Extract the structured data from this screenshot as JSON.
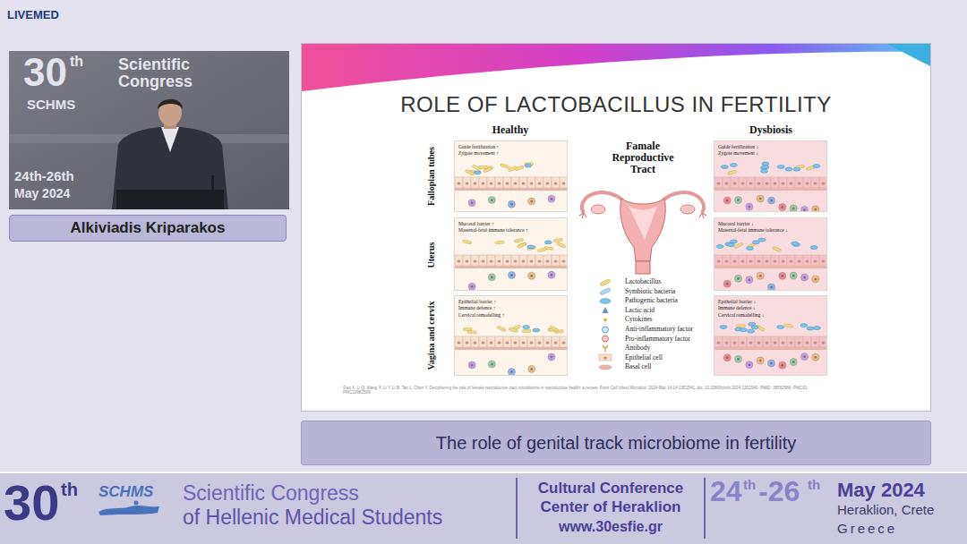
{
  "diagram": {
    "title": "ROLE OF LACTOBACILLUS IN FERTILITY",
    "caption": "The role of genital track microbiome in fertility",
    "nodes": [
      {
        "text": [
          "Alkiviadis Kriparakos"
        ]
      },
      {
        "text": [
          "Guide fertilization ↑",
          "Zygote movement ↑"
        ]
      },
      {
        "text": [
          "Guide fertilization ↓",
          "Zygote movement ↓"
        ]
      },
      {
        "text": [
          "Mucosal barrier ↑",
          "Maternal-fetal immune tolerance ↑"
        ]
      },
      {
        "text": [
          "Mucosal barrier ↓",
          "Maternal-fetal immune tolerance ↓"
        ]
      },
      {
        "text": [
          "Epithelial barrier ↑",
          "Immune defence ↑",
          "Cervical remodelling ↑"
        ]
      },
      {
        "text": [
          "Epithelial barrier ↓",
          "Immune defence ↓",
          "Cervical remodelling ↓"
        ]
      }
    ],
    "labels": [
      "LIVEMED",
      "30",
      "th",
      "SCHMS",
      "Scientific",
      "Congress",
      "24th-26th",
      "May 2024",
      "Healthy",
      "Dysbiosis",
      "Famale Reproductive Tract",
      "Fallopian tubes",
      "Uterus",
      "Vagina and cervix",
      "Gao X, Li Q, Wang X, Li Y, Li B, Tan L, Chen Y. Deciphering the role of female reproductive tract microbiome in reproductive health: a review. Front Cell Infect Microbiol. 2024 Mar 14;14:1351540. doi: 10.3389/fcimb.2024.1351540. PMID: 38562966; PMCID: PMC10982509.",
      "30",
      "th",
      "SCHMS",
      "Scientific Congress",
      "of Hellenic Medical Students",
      "Cultural Conference",
      "Center of Heraklion",
      "www.30esfie.gr",
      "24",
      "th",
      "-26",
      "th",
      "May 2024",
      "Heraklion, Crete",
      "Greece"
    ],
    "legend": [
      {
        "text": "Lactobacillus"
      },
      {
        "text": "Symbiotic bacteria"
      },
      {
        "text": "Pathogenic bacteria"
      },
      {
        "text": "Lactic acid"
      },
      {
        "text": "Cytokines"
      },
      {
        "text": "Anti-inflammatory factor"
      },
      {
        "text": "Pro-inflammatory factor"
      },
      {
        "text": "Antibody"
      },
      {
        "text": "Epithelial cell"
      },
      {
        "text": "Basal cell"
      }
    ]
  }
}
